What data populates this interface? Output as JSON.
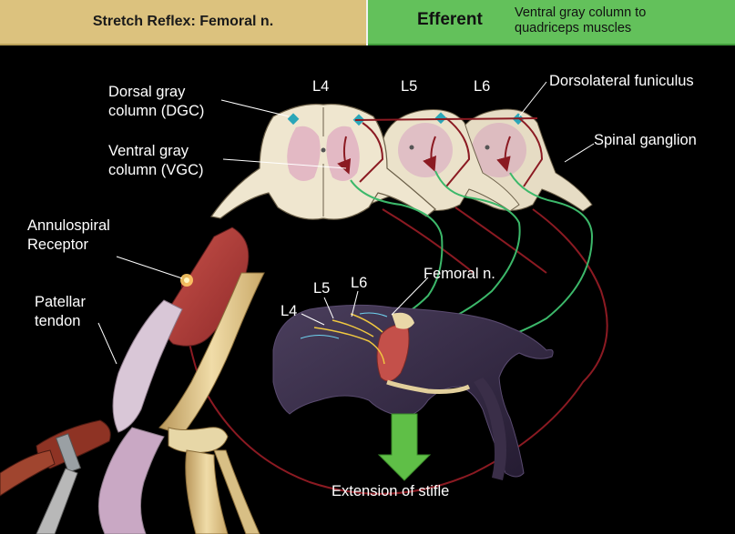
{
  "header": {
    "title": "Stretch Reflex: Femoral n.",
    "pathway": "Efferent",
    "pathway_description": "Ventral gray column to quadriceps muscles"
  },
  "labels": {
    "dgc": "Dorsal gray column (DGC)",
    "vgc": "Ventral gray column (VGC)",
    "l4": "L4",
    "l5": "L5",
    "l6": "L6",
    "dorsolateral_funiculus": "Dorsolateral funiculus",
    "spinal_ganglion": "Spinal ganglion",
    "annulospiral_receptor": "Annulospiral Receptor",
    "patellar_tendon": "Patellar tendon",
    "femoral_n": "Femoral n.",
    "dog_l4": "L4",
    "dog_l5": "L5",
    "dog_l6": "L6",
    "extension": "Extension of stifle"
  },
  "colors": {
    "header_left": "#dcc27e",
    "header_right": "#63c15b",
    "afferent_path": "#8b1a22",
    "efferent_path": "#3cb86a",
    "cord": "#efe6cf",
    "gray_matter": "#e3b9c4",
    "arrow_extension": "#5fbf47"
  }
}
